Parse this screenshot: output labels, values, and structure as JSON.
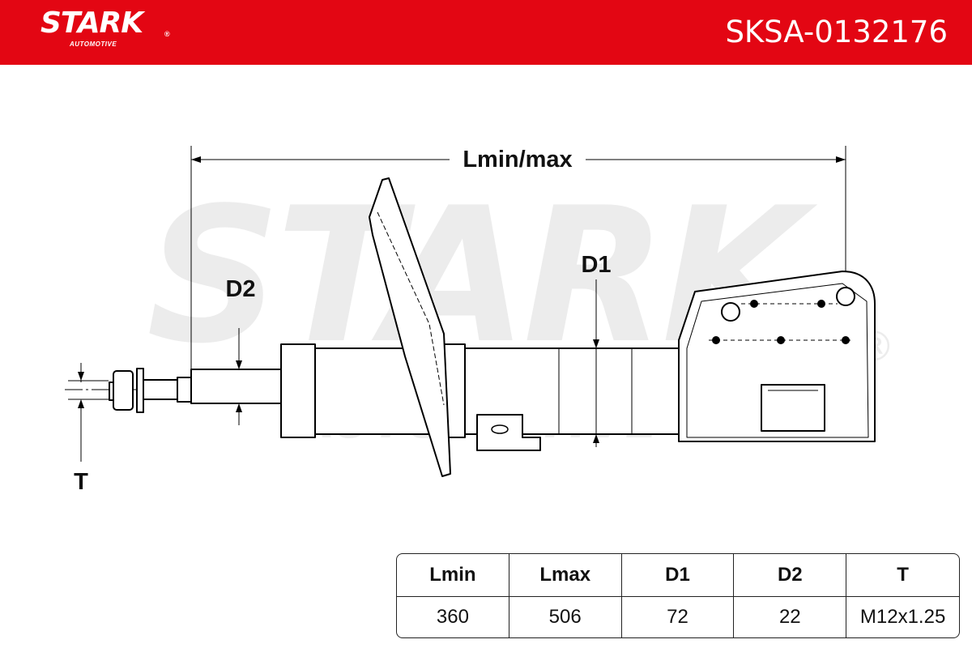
{
  "brand": {
    "name": "STARK",
    "sub": "AUTOMOTIVE",
    "registered": "®"
  },
  "part_number": "SKSA-0132176",
  "watermark": {
    "main": "STARK",
    "sub": "AUTOMOTIVE"
  },
  "drawing": {
    "labels": {
      "length": "Lmin/max",
      "d1": "D1",
      "d2": "D2",
      "thread": "T"
    }
  },
  "spec_table": {
    "headers": [
      "Lmin",
      "Lmax",
      "D1",
      "D2",
      "T"
    ],
    "values": [
      "360",
      "506",
      "72",
      "22",
      "M12x1.25"
    ]
  },
  "colors": {
    "brand_red": "#e30613",
    "line": "#000000",
    "watermark": "#e8e8e8"
  }
}
